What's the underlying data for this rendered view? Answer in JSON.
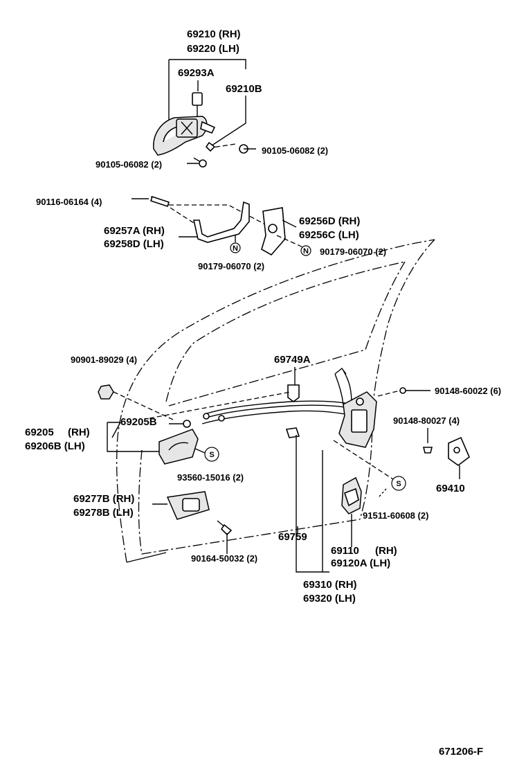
{
  "diagram": {
    "figure_code": "671206-F",
    "labels": {
      "l01": "69210 (RH)",
      "l02": "69220 (LH)",
      "l03": "69293A",
      "l04": "69210B",
      "l05": "90105-06082 (2)",
      "l06": "90105-06082 (2)",
      "l07": "90116-06164 (4)",
      "l08": "69256D (RH)",
      "l09": "69256C (LH)",
      "l10": "69257A (RH)",
      "l11": "69258D (LH)",
      "l12": "90179-06070 (2)",
      "l13": "90179-06070 (2)",
      "l14": "90901-89029 (4)",
      "l15": "69749A",
      "l16": "90148-60022 (6)",
      "l17": "69205",
      "l18": "(RH)",
      "l19": "69205B",
      "l20": "69206B (LH)",
      "l21": "90148-80027 (4)",
      "l22": "93560-15016 (2)",
      "l23": "69410",
      "l24": "69277B (RH)",
      "l25": "69278B (LH)",
      "l26": "91511-60608 (2)",
      "l27": "69759",
      "l28": "69110",
      "l29": "(RH)",
      "l30": "69120A (LH)",
      "l31": "90164-50032 (2)",
      "l32": "69310 (RH)",
      "l33": "69320 (LH)"
    },
    "symbols": {
      "n_mark": "N",
      "s_mark": "S"
    }
  }
}
